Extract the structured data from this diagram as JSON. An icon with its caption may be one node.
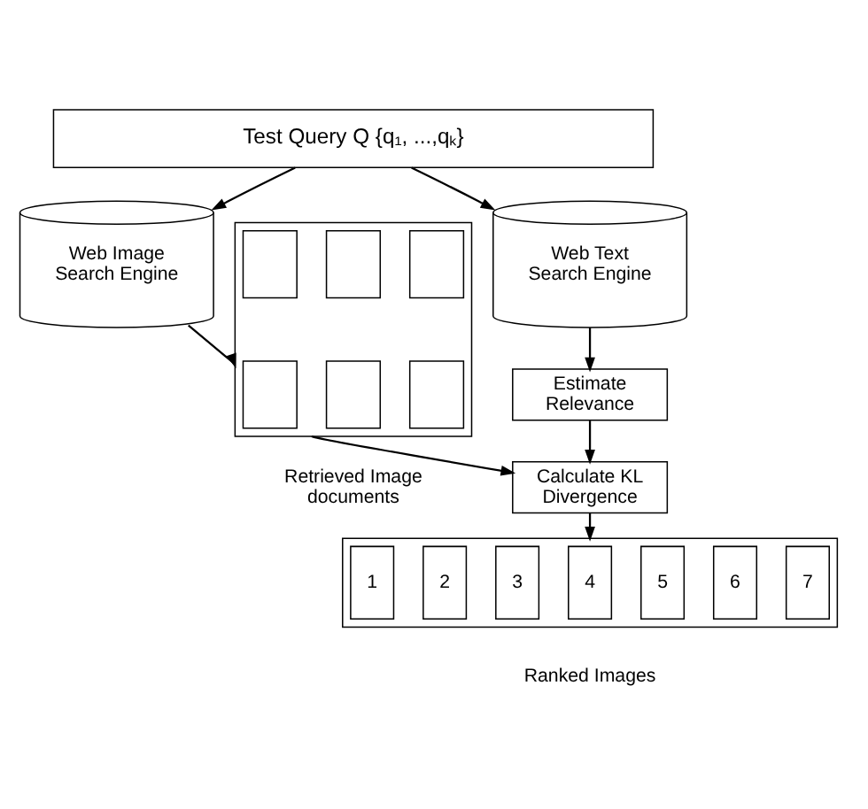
{
  "diagram": {
    "nodes": [
      {
        "text": [
          "Test Query Q {q₁, ...,qₖ}"
        ]
      },
      {
        "text": [
          "Web Image Search Engine"
        ]
      },
      {
        "text": [
          "Web Text Search Engine"
        ]
      },
      {
        "text": [],
        "shape": "box",
        "beside": [
          "Retrieved Image documents"
        ]
      },
      {
        "text": [],
        "shape": "box",
        "in": 3
      },
      {
        "text": [],
        "shape": "box",
        "in": 3
      },
      {
        "text": [],
        "shape": "box",
        "in": 3
      },
      {
        "text": [],
        "shape": "box",
        "in": 3
      },
      {
        "text": [],
        "shape": "box",
        "in": 3
      },
      {
        "text": [],
        "shape": "box",
        "in": 3
      },
      {
        "text": [
          "Estimate Relevance"
        ]
      },
      {
        "text": [
          "Calculate KL Divergence"
        ]
      },
      {
        "text": [],
        "shape": "box",
        "beside": [
          "Ranked Images"
        ]
      },
      {
        "text": [
          "1"
        ],
        "in": 12
      },
      {
        "text": [
          "2"
        ],
        "in": 12
      },
      {
        "text": [
          "3"
        ],
        "in": 12
      },
      {
        "text": [
          "4"
        ],
        "in": 12
      },
      {
        "text": [
          "5"
        ],
        "in": 12
      },
      {
        "text": [
          "6"
        ],
        "in": 12
      },
      {
        "text": [
          "7"
        ],
        "in": 12
      }
    ],
    "edges": [
      {
        "from": 0,
        "to": 1,
        "arrow": "to"
      },
      {
        "from": 0,
        "to": 2,
        "arrow": "to"
      },
      {
        "from": 1,
        "to": 3,
        "arrow": "to"
      },
      {
        "from": 2,
        "to": 10,
        "arrow": "to"
      },
      {
        "from": 10,
        "to": 11,
        "arrow": "to"
      },
      {
        "from": 3,
        "to": 11,
        "arrow": "to"
      },
      {
        "from": 11,
        "to": 12,
        "arrow": "to"
      }
    ]
  }
}
